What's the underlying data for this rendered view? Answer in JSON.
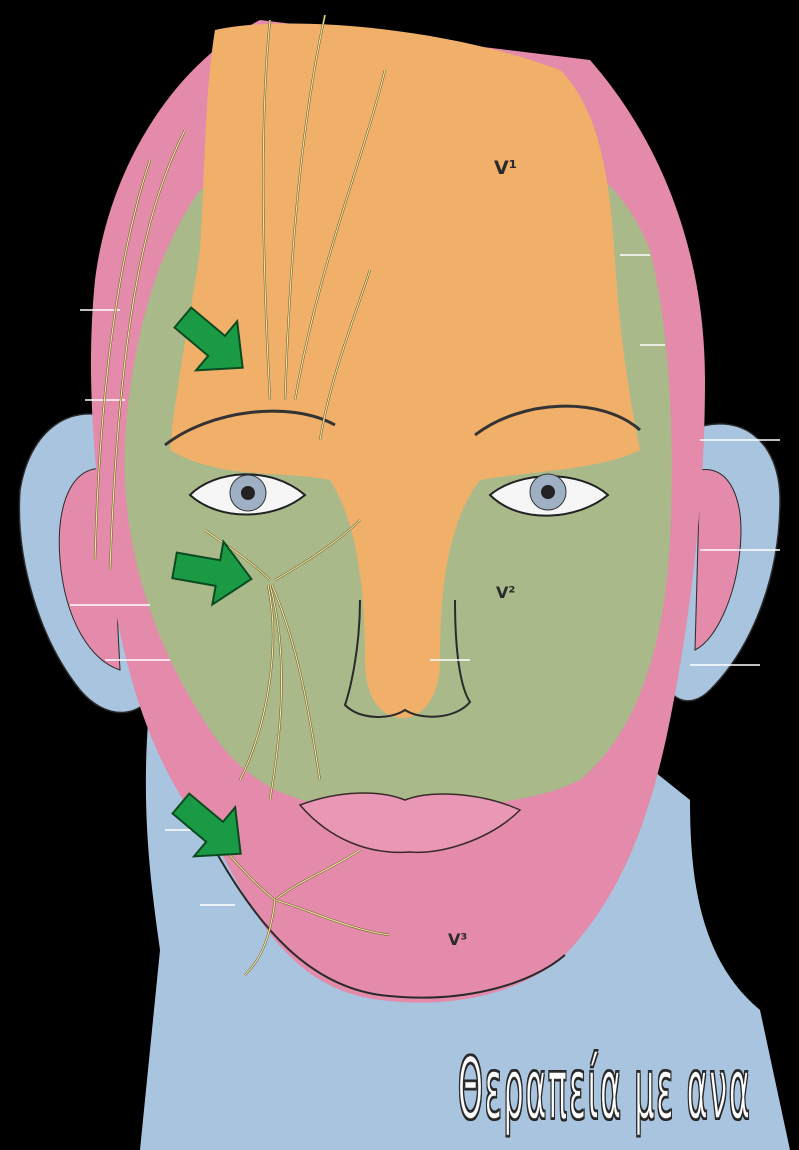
{
  "labels": {
    "v1": "V¹",
    "v2": "V²",
    "v3": "V³"
  },
  "caption": "Θεραπεία με ανα",
  "colors": {
    "background": "#000000",
    "forehead_region": "#f0b06a",
    "maxillary_region": "#a9b98a",
    "mandibular_region": "#e48aaa",
    "neck_region": "#a9c4de",
    "arrow": "#1a9a45",
    "nerve": "#f2e6a6"
  }
}
